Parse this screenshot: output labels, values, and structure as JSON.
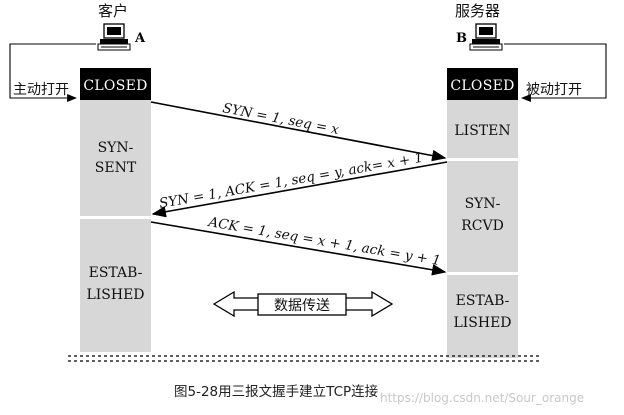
{
  "client": {
    "title": "客户",
    "letter": "A",
    "active_open": "主动打开"
  },
  "server": {
    "title": "服务器",
    "letter": "B",
    "passive_open": "被动打开"
  },
  "states": {
    "client_closed": "CLOSED",
    "syn_sent": [
      "SYN-",
      "SENT"
    ],
    "client_established": [
      "ESTAB-",
      "LISHED"
    ],
    "server_closed": "CLOSED",
    "listen": "LISTEN",
    "syn_rcvd": [
      "SYN-",
      "RCVD"
    ],
    "server_established": [
      "ESTAB-",
      "LISHED"
    ]
  },
  "messages": {
    "syn": "SYN = 1, seq = x",
    "syn_ack": "SYN = 1, ACK = 1, seq = y, ack= x + 1",
    "ack": "ACK = 1, seq = x + 1, ack = y + 1"
  },
  "data_transfer": "数据传送",
  "caption": "图5-28用三报文握手建立TCP连接",
  "watermark": "https://blog.csdn.net/Sour_orange",
  "icons": {
    "host": "computer-terminal-icon",
    "arrow": "double-arrow-icon"
  }
}
